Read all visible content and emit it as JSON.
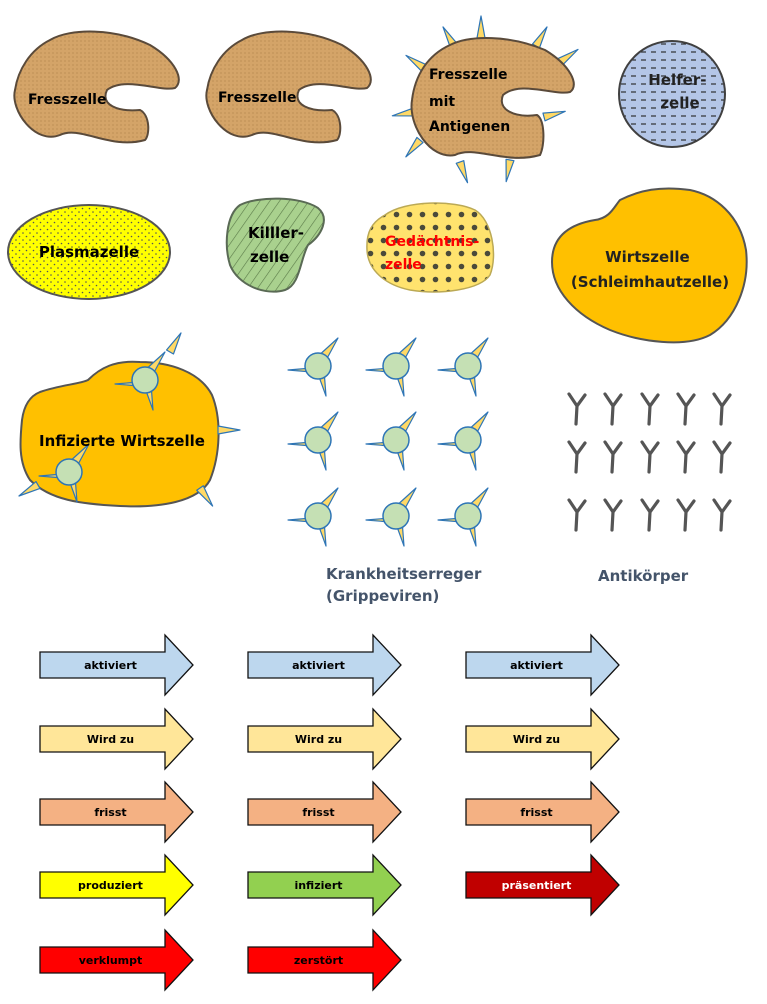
{
  "cells": {
    "fresszelle_1": {
      "label": "Fresszelle"
    },
    "fresszelle_2": {
      "label": "Fresszelle"
    },
    "fresszelle_antigen": {
      "lines": [
        "Fresszelle",
        "mit",
        "Antigenen"
      ]
    },
    "helferzelle": {
      "lines": [
        "Helfer-",
        "zelle"
      ]
    },
    "plasmazelle": {
      "label": "Plasmazelle"
    },
    "killerzelle": {
      "lines": [
        "Killler-",
        "zelle"
      ]
    },
    "gedaechtniszelle": {
      "lines": [
        "Gedächtnis-",
        "zelle"
      ]
    },
    "wirtszelle": {
      "lines": [
        "Wirtszelle",
        "(Schleimhautzelle)"
      ]
    },
    "infizierte_wirtszelle": {
      "label": "Infizierte Wirtszelle"
    }
  },
  "groups": {
    "viruses": {
      "caption_lines": [
        "Krankheitserreger",
        "(Grippeviren)"
      ],
      "rows": 3,
      "cols": 3
    },
    "antibodies": {
      "caption": "Antikörper",
      "rows": 3,
      "cols": 5
    }
  },
  "arrows": [
    {
      "label": "aktiviert",
      "fill": "#bdd7ee",
      "text_color": "#000000"
    },
    {
      "label": "aktiviert",
      "fill": "#bdd7ee",
      "text_color": "#000000"
    },
    {
      "label": "aktiviert",
      "fill": "#bdd7ee",
      "text_color": "#000000"
    },
    {
      "label": "Wird zu",
      "fill": "#ffe699",
      "text_color": "#000000"
    },
    {
      "label": "Wird zu",
      "fill": "#ffe699",
      "text_color": "#000000"
    },
    {
      "label": "Wird zu",
      "fill": "#ffe699",
      "text_color": "#000000"
    },
    {
      "label": "frisst",
      "fill": "#f4b183",
      "text_color": "#000000"
    },
    {
      "label": "frisst",
      "fill": "#f4b183",
      "text_color": "#000000"
    },
    {
      "label": "frisst",
      "fill": "#f4b183",
      "text_color": "#000000"
    },
    {
      "label": "produziert",
      "fill": "#ffff00",
      "text_color": "#000000"
    },
    {
      "label": "infiziert",
      "fill": "#92d050",
      "text_color": "#000000"
    },
    {
      "label": "präsentiert",
      "fill": "#c00000",
      "text_color": "#ffffff"
    },
    {
      "label": "verklumpt",
      "fill": "#ff0000",
      "text_color": "#000000"
    },
    {
      "label": "zerstört",
      "fill": "#ff0000",
      "text_color": "#000000"
    }
  ],
  "colors": {
    "fresszelle": "#d4a468",
    "helfer": "#b4c6e7",
    "plasma": "#ffff00",
    "killer": "#a9d18e",
    "gedaechtnis": "#ffe36e",
    "wirt": "#ffc000",
    "virus_body": "#c5e0b4",
    "virus_spike": "#ffd966",
    "spike_outline": "#2e75b6",
    "antibody": "#555555",
    "outline": "#555555",
    "caption": "#44546a",
    "gedaechtnis_text": "#ff0000"
  }
}
